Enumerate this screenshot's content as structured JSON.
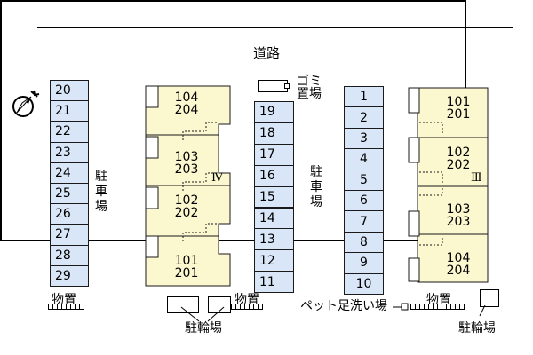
{
  "road": {
    "label": "道路"
  },
  "parking": {
    "label": "駐車場",
    "left_column": [
      "20",
      "21",
      "22",
      "23",
      "24",
      "25",
      "26",
      "27",
      "28",
      "29"
    ],
    "middle_column": [
      "19",
      "18",
      "17",
      "16",
      "15",
      "14",
      "13",
      "12",
      "11"
    ],
    "right_column": [
      "1",
      "2",
      "3",
      "4",
      "5",
      "6",
      "7",
      "8",
      "9",
      "10"
    ]
  },
  "building_iv": {
    "number": "Ⅳ",
    "units": [
      {
        "top": "104",
        "bottom": "204"
      },
      {
        "top": "103",
        "bottom": "203"
      },
      {
        "top": "102",
        "bottom": "202"
      },
      {
        "top": "101",
        "bottom": "201"
      }
    ]
  },
  "building_iii": {
    "number": "Ⅲ",
    "units": [
      {
        "top": "101",
        "bottom": "201"
      },
      {
        "top": "102",
        "bottom": "202"
      },
      {
        "top": "103",
        "bottom": "203"
      },
      {
        "top": "104",
        "bottom": "204"
      }
    ]
  },
  "facilities": {
    "garbage": "ゴミ置場",
    "storage": "物置",
    "bicycle_parking": "駐輪場",
    "pet_wash": "ペット足洗い場"
  },
  "colors": {
    "parking_fill": "#d9e6f7",
    "building_fill": "#fbf7cf",
    "outline": "#1a1a1a"
  },
  "icons": {
    "north_arrow": "compass-north-icon"
  }
}
